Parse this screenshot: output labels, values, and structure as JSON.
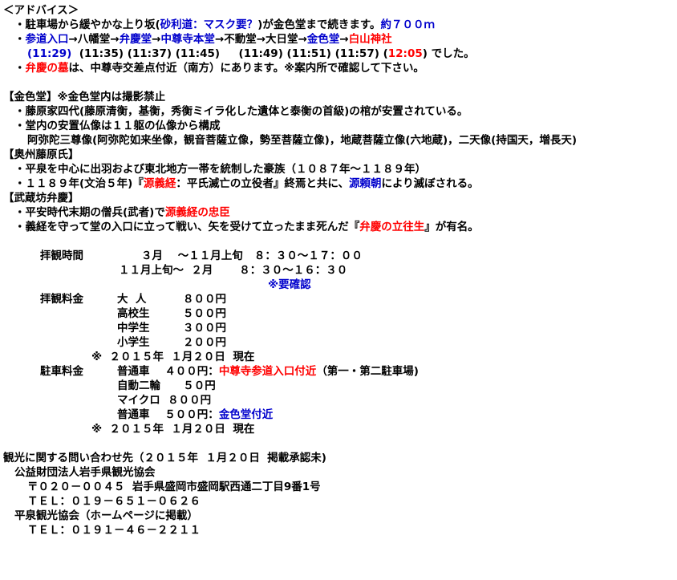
{
  "colors": {
    "text": "#000000",
    "blue": "#0000cc",
    "red": "#ff0000"
  },
  "advice": {
    "heading": "＜アドバイス＞",
    "l1": {
      "a": "・駐車場から緩やかな上り坂(",
      "b": "砂利道：マスク要？",
      "c": ")が金色堂まで続きます。",
      "d": "約７００ｍ"
    },
    "route": {
      "bullet": "・",
      "s1": "参道入口",
      "a1": "→八幡堂",
      "a2": "→",
      "s2": "弁慶堂",
      "a3": "→",
      "s3": "中尊寺本堂",
      "a4": "→不動堂→大日堂",
      "a5": "→",
      "s4": "金色堂",
      "a6": "→",
      "s5": "白山神社"
    },
    "times": {
      "t1": "(11:29)",
      "rest": "  (11:35) (11:37) (11:45)     (11:49) (11:51) (11:57) (",
      "t2": "12:05",
      "end": ") でした。"
    },
    "l4": {
      "a": "・",
      "b": "弁慶の墓",
      "c": "は、中尊寺交差点付近（南方）にあります。※案内所で確認して下さい。"
    }
  },
  "konjikido": {
    "heading": "【金色堂】※金色堂内は撮影禁止",
    "b1": "・藤原家四代(藤原清衡，基衡，秀衡ミイラ化した遺体と泰衡の首級)の棺が安置されている。",
    "b2": "・堂内の安置仏像は１１躯の仏像から構成",
    "b3": "阿弥陀三尊像(阿弥陀如来坐像，観音菩薩立像，勢至菩薩立像)，地蔵菩薩立像(六地蔵)，二天像(持国天，増長天)"
  },
  "fujiwara": {
    "heading": "【奥州藤原氏】",
    "b1": "・平泉を中心に出羽および東北地方一帯を統制した豪族（１０８７年～１１８９年）",
    "b2": {
      "a": "・１１８９年(文治５年)『",
      "b": "源義経",
      "c": "：平氏滅亡の立役者』終焉と共に、",
      "d": "源頼朝",
      "e": "により滅ぼされる。"
    }
  },
  "benkei": {
    "heading": "【武蔵坊弁慶】",
    "b1": {
      "a": "・平安時代末期の僧兵(武者)で",
      "b": "源義経の忠臣"
    },
    "b2": {
      "a": "・義経を守って堂の入口に立って戦い、矢を受けて立ったまま死んだ『",
      "b": "弁慶の立往生",
      "c": "』が有名。"
    }
  },
  "hours": {
    "label": "拝観時間",
    "r1": "３月    ～１１月上旬   ８：３０～１７：００",
    "r2": "１１月上旬～  ２月       ８：３０～１６：３０",
    "note": "※要確認"
  },
  "fees": {
    "label": "拝観料金",
    "rows": [
      {
        "name": "大  人",
        "price": "８００円"
      },
      {
        "name": "高校生",
        "price": "５００円"
      },
      {
        "name": "中学生",
        "price": "３００円"
      },
      {
        "name": "小学生",
        "price": "２００円"
      }
    ],
    "asof": "※  ２０１５年  １月２０日  現在"
  },
  "parking": {
    "label": "駐車料金",
    "r1": {
      "name": "普通車",
      "price": "４００円：",
      "loc": "中尊寺参道入口付近",
      "extra": "（第一・第二駐車場)"
    },
    "r2": {
      "name": "自動二輪",
      "price": "  ５０円"
    },
    "r3": {
      "name": "マイクロ",
      "price": "８００円"
    },
    "r4": {
      "name": "普通車",
      "price": "５００円：",
      "loc": "金色堂付近"
    },
    "asof": "※  ２０１５年  １月２０日  現在"
  },
  "contact": {
    "heading": "観光に関する問い合わせ先（２０１５年  １月２０日  掲載承認未)",
    "org1": "公益財団法人岩手県観光協会",
    "addr1": "〒０２０－００４５  岩手県盛岡市盛岡駅西通二丁目9番1号",
    "tel1": "ＴＥＬ：０１９－６５１－０６２６",
    "org2": "平泉観光協会（ホームページに掲載）",
    "tel2": "ＴＥＬ：０１９１－４６－２２１１"
  }
}
